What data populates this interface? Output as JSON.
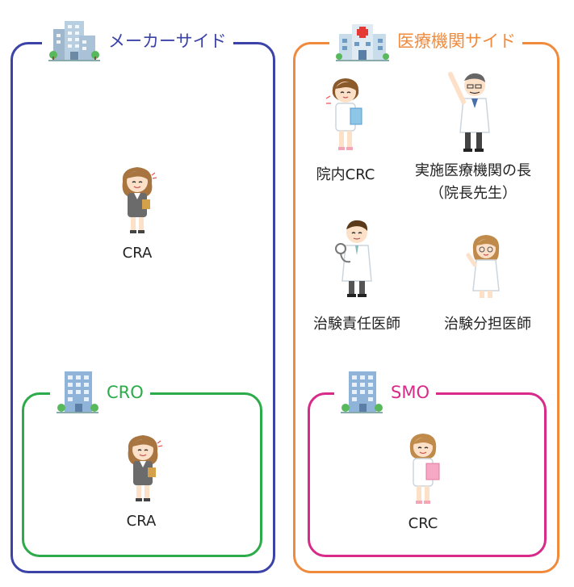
{
  "maker": {
    "title": "メーカーサイド",
    "color": "#3b43a8",
    "cra_label": "CRA"
  },
  "cro": {
    "title": "CRO",
    "color": "#2cab4a",
    "cra_label": "CRA"
  },
  "hospital": {
    "title": "医療機関サイド",
    "color": "#f08a3c",
    "people": [
      {
        "label": "院内CRC"
      },
      {
        "label_line1": "実施医療機関の長",
        "label_line2": "（院長先生）"
      },
      {
        "label": "治験責任医師"
      },
      {
        "label": "治験分担医師"
      }
    ]
  },
  "smo": {
    "title": "SMO",
    "color": "#d82a88",
    "crc_label": "CRC"
  },
  "icons": [
    "office-building-icon",
    "hospital-building-icon",
    "small-office-building-icon"
  ]
}
